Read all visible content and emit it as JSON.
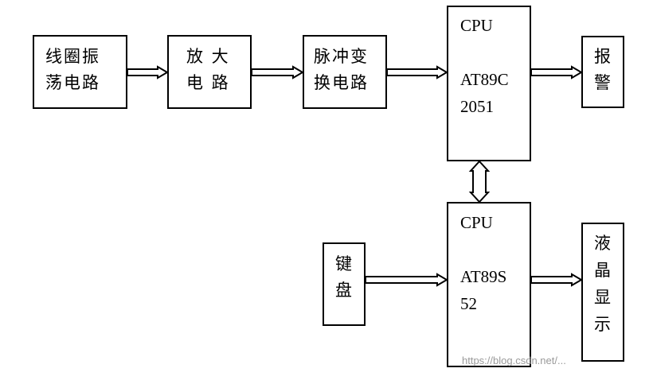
{
  "blocks": {
    "oscillator": {
      "line1": "线圈振",
      "line2": "荡电路"
    },
    "amplifier": {
      "line1": "放 大",
      "line2": "电 路"
    },
    "pulse_converter": {
      "line1": "脉冲变",
      "line2": "换电路"
    },
    "cpu_top": {
      "line1": "CPU",
      "line2": "AT89C",
      "line3": "2051"
    },
    "alarm": {
      "line1": "报",
      "line2": "警"
    },
    "keyboard": {
      "line1": "键",
      "line2": "盘"
    },
    "cpu_bottom": {
      "line1": "CPU",
      "line2": "AT89S",
      "line3": "52"
    },
    "lcd": {
      "line1": "液",
      "line2": "晶",
      "line3": "显",
      "line4": "示"
    }
  },
  "watermark": "https://blog.csdn.net/..."
}
